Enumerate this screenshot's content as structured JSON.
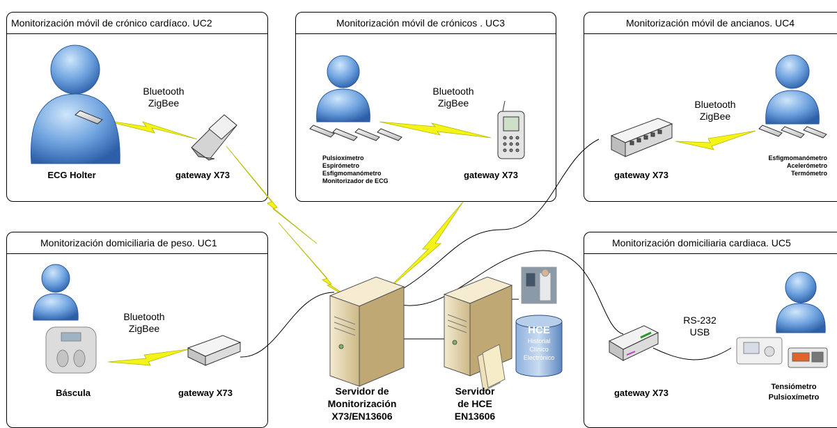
{
  "panels": {
    "uc2": {
      "title": "Monitorización móvil de crónico cardíaco. UC2",
      "device": "ECG Holter",
      "link1": "Bluetooth",
      "link2": "ZigBee",
      "gateway": "gateway X73"
    },
    "uc3": {
      "title": "Monitorización móvil de crónicos . UC3",
      "link1": "Bluetooth",
      "link2": "ZigBee",
      "gateway": "gateway X73",
      "devices": [
        "Pulsioxímetro",
        "Espirómetro",
        "Esfigmomanómetro",
        "Monitorizador de ECG"
      ]
    },
    "uc4": {
      "title": "Monitorización móvil de ancianos. UC4",
      "link1": "Bluetooth",
      "link2": "ZigBee",
      "gateway": "gateway X73",
      "devices": [
        "Esfigmomanómetro",
        "Acelerómetro",
        "Termómetro"
      ]
    },
    "uc1": {
      "title": "Monitorización domiciliaria de peso. UC1",
      "device": "Báscula",
      "link1": "Bluetooth",
      "link2": "ZigBee",
      "gateway": "gateway X73"
    },
    "uc5": {
      "title": "Monitorización domiciliaria cardiaca. UC5",
      "link1": "RS-232",
      "link2": "USB",
      "gateway": "gateway X73",
      "devices": [
        "Tensiómetro",
        "Pulsioxímetro"
      ]
    }
  },
  "servers": {
    "monitor": {
      "line1": "Servidor de",
      "line2": "Monitorización",
      "line3": "X73/EN13606"
    },
    "hce": {
      "line1": "Servidor",
      "line2": "de HCE",
      "line3": "EN13606"
    }
  },
  "database": {
    "title": "HCE",
    "line1": "Historial",
    "line2": "Clínico",
    "line3": "Electrónico"
  },
  "colors": {
    "person": "#3f78c2",
    "person_light": "#a9cdf0",
    "lightning": "#f4f419",
    "server": "#d9c79a",
    "db": "#6d93c7"
  }
}
